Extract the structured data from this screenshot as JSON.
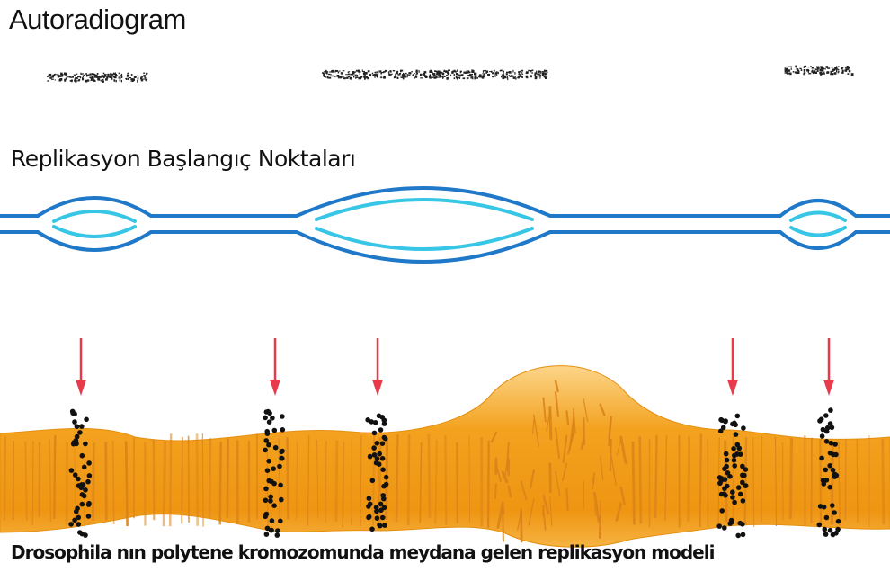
{
  "labels": {
    "autoradiogram": "Autoradiogram",
    "replication_origins": "Replikasyon Başlangıç Noktaları",
    "caption": "Drosophila nın polytene kromozomunda meydana gelen replikasyon modeli"
  },
  "colors": {
    "dna_outer": "#1f78c8",
    "dna_inner": "#38c6e6",
    "chromosome": "#f3a21f",
    "chromosome_light": "#fcd58a",
    "band": "#d9821a",
    "arrow": "#e83a4b",
    "dot": "#111111"
  },
  "figure": {
    "autoradiogram_marks": 3,
    "replication_bubbles": 3,
    "origin_arrows": 5
  }
}
